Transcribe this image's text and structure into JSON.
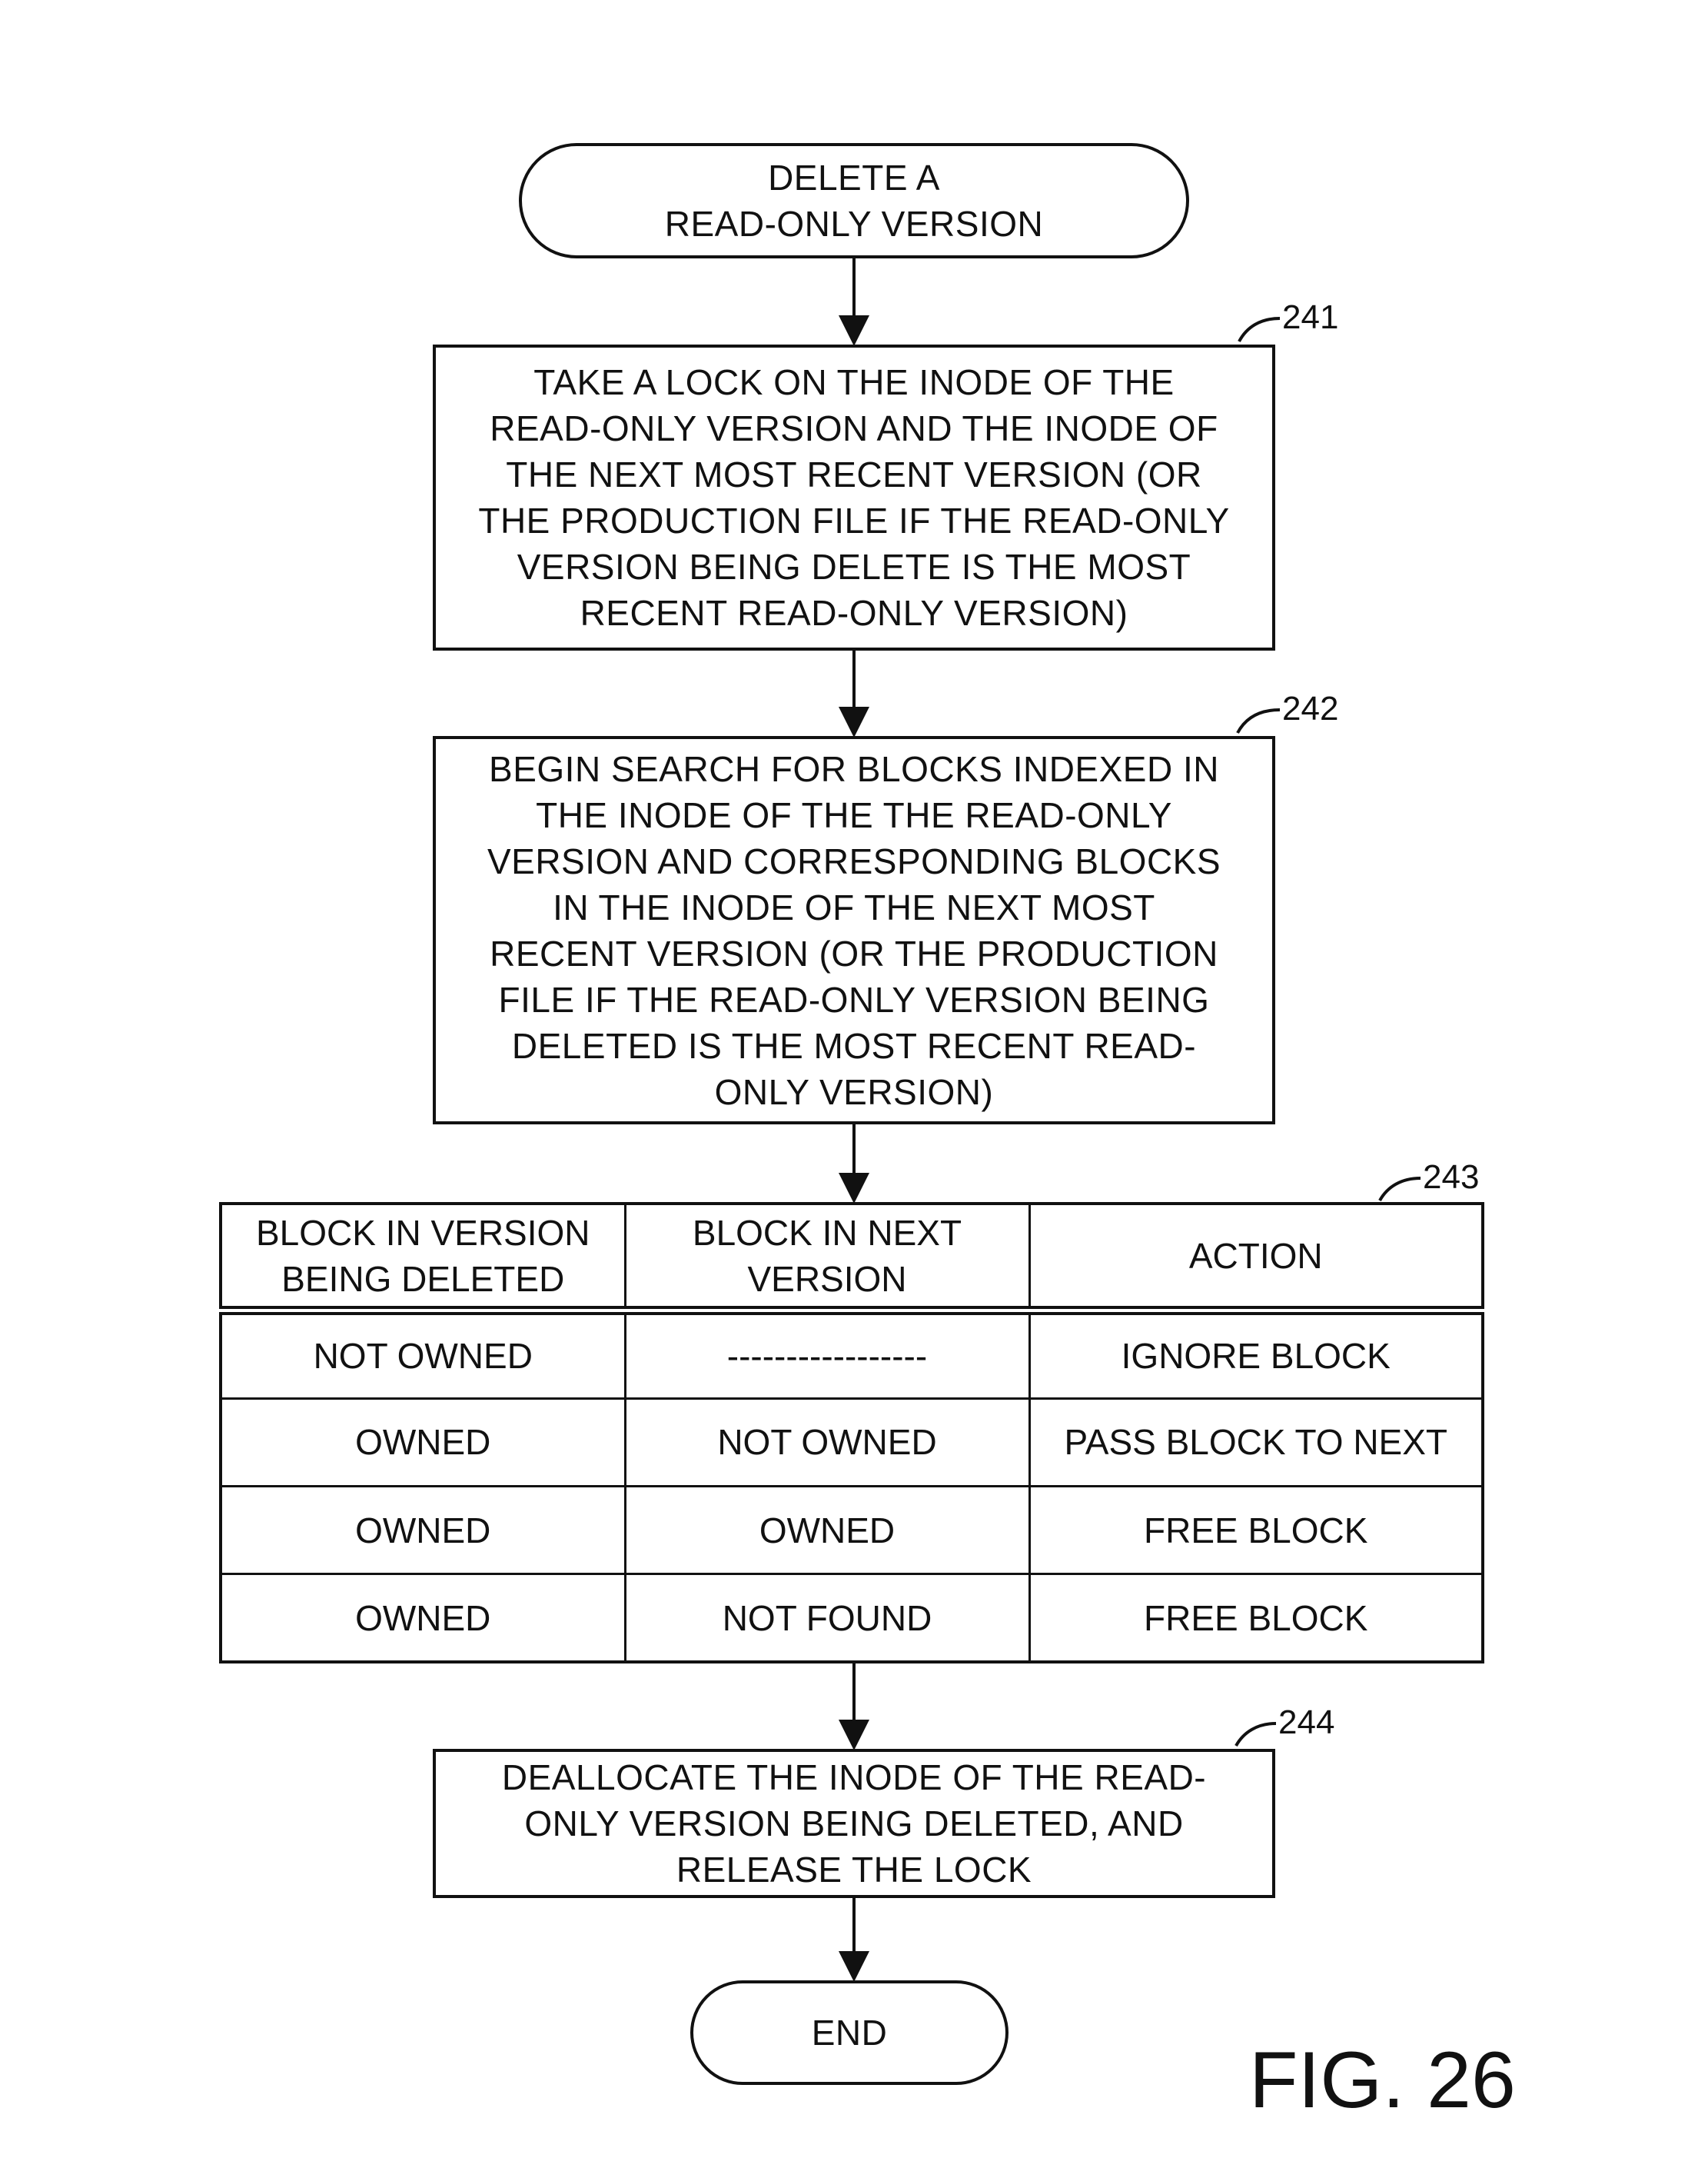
{
  "nodes": {
    "start": {
      "text": "DELETE A\nREAD-ONLY VERSION"
    },
    "step241": {
      "ref": "241",
      "text": "TAKE A LOCK ON THE INODE OF THE\nREAD-ONLY VERSION AND THE INODE OF\nTHE NEXT MOST RECENT VERSION (OR\nTHE PRODUCTION FILE IF THE READ-ONLY\nVERSION BEING DELETE IS THE MOST\nRECENT READ-ONLY VERSION)"
    },
    "step242": {
      "ref": "242",
      "text": "BEGIN  SEARCH FOR BLOCKS INDEXED IN\nTHE INODE OF THE THE READ-ONLY\nVERSION AND CORRESPONDING BLOCKS\nIN THE INODE OF THE NEXT MOST\nRECENT VERSION (OR THE PRODUCTION\nFILE IF THE READ-ONLY VERSION BEING\nDELETED IS THE MOST RECENT READ-\nONLY  VERSION)"
    },
    "step243": {
      "ref": "243",
      "headers": [
        "BLOCK IN VERSION\nBEING DELETED",
        "BLOCK IN NEXT\nVERSION",
        "ACTION"
      ],
      "rows": [
        [
          "NOT OWNED",
          "-----------------",
          "IGNORE BLOCK"
        ],
        [
          "OWNED",
          "NOT OWNED",
          "PASS BLOCK TO NEXT"
        ],
        [
          "OWNED",
          "OWNED",
          "FREE BLOCK"
        ],
        [
          "OWNED",
          "NOT FOUND",
          "FREE BLOCK"
        ]
      ]
    },
    "step244": {
      "ref": "244",
      "text": "DEALLOCATE THE INODE OF THE READ-\nONLY VERSION BEING DELETED, AND\nRELEASE THE LOCK"
    },
    "end": {
      "text": "END"
    }
  },
  "figure_label": "FIG. 26"
}
